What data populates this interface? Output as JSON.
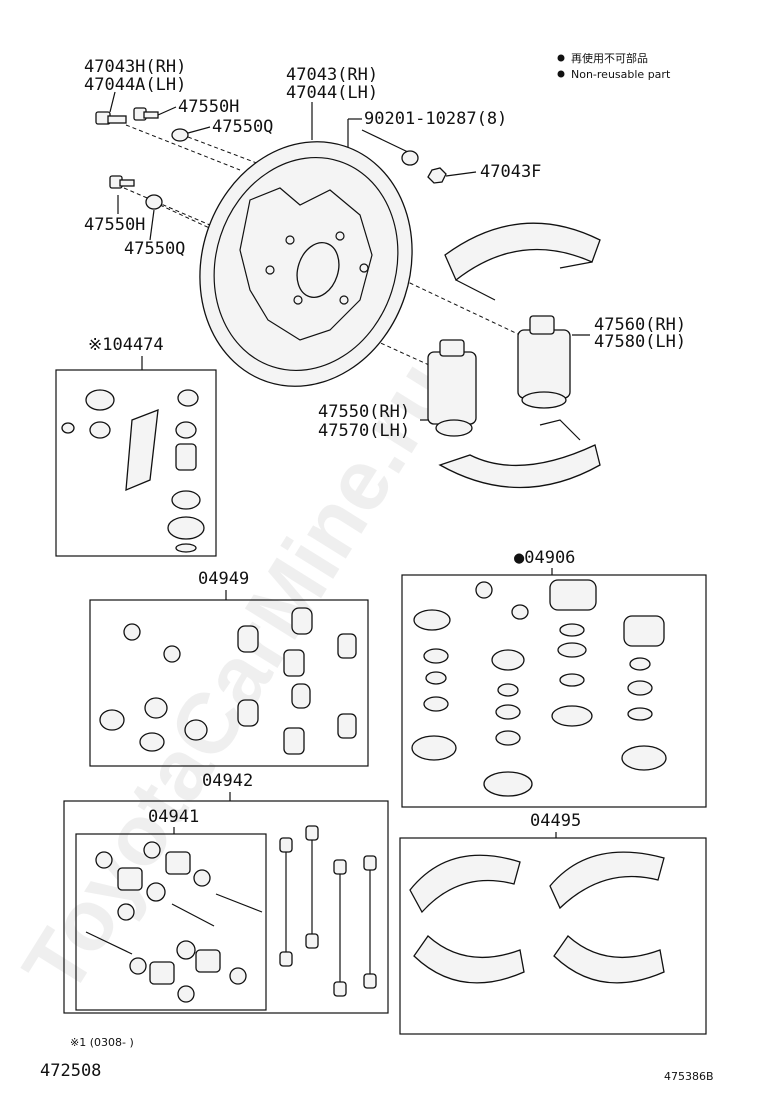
{
  "legend": {
    "line1": "再使用不可部品",
    "line2": "Non-reusable part"
  },
  "labels": {
    "p47043H": "47043H(RH)",
    "p47044A": "47044A(LH)",
    "p47550H_top": "47550H",
    "p47550Q_top": "47550Q",
    "p47043": "47043(RH)",
    "p47044": "47044(LH)",
    "p90201": "90201-10287(8)",
    "p47043F": "47043F",
    "p47550H_bot": "47550H",
    "p47550Q_bot": "47550Q",
    "p04474": "※104474",
    "p47560": "47560(RH)",
    "p47580": "47580(LH)",
    "p47550": "47550(RH)",
    "p47570": "47570(LH)",
    "p04906": "●04906",
    "p04949": "04949",
    "p04942": "04942",
    "p04941": "04941",
    "p04495": "04495"
  },
  "footnote": "※1 (0308-     )",
  "page_code_left": "472508",
  "page_code_right": "475386B",
  "watermark": "ToyotaCarMine.ru"
}
